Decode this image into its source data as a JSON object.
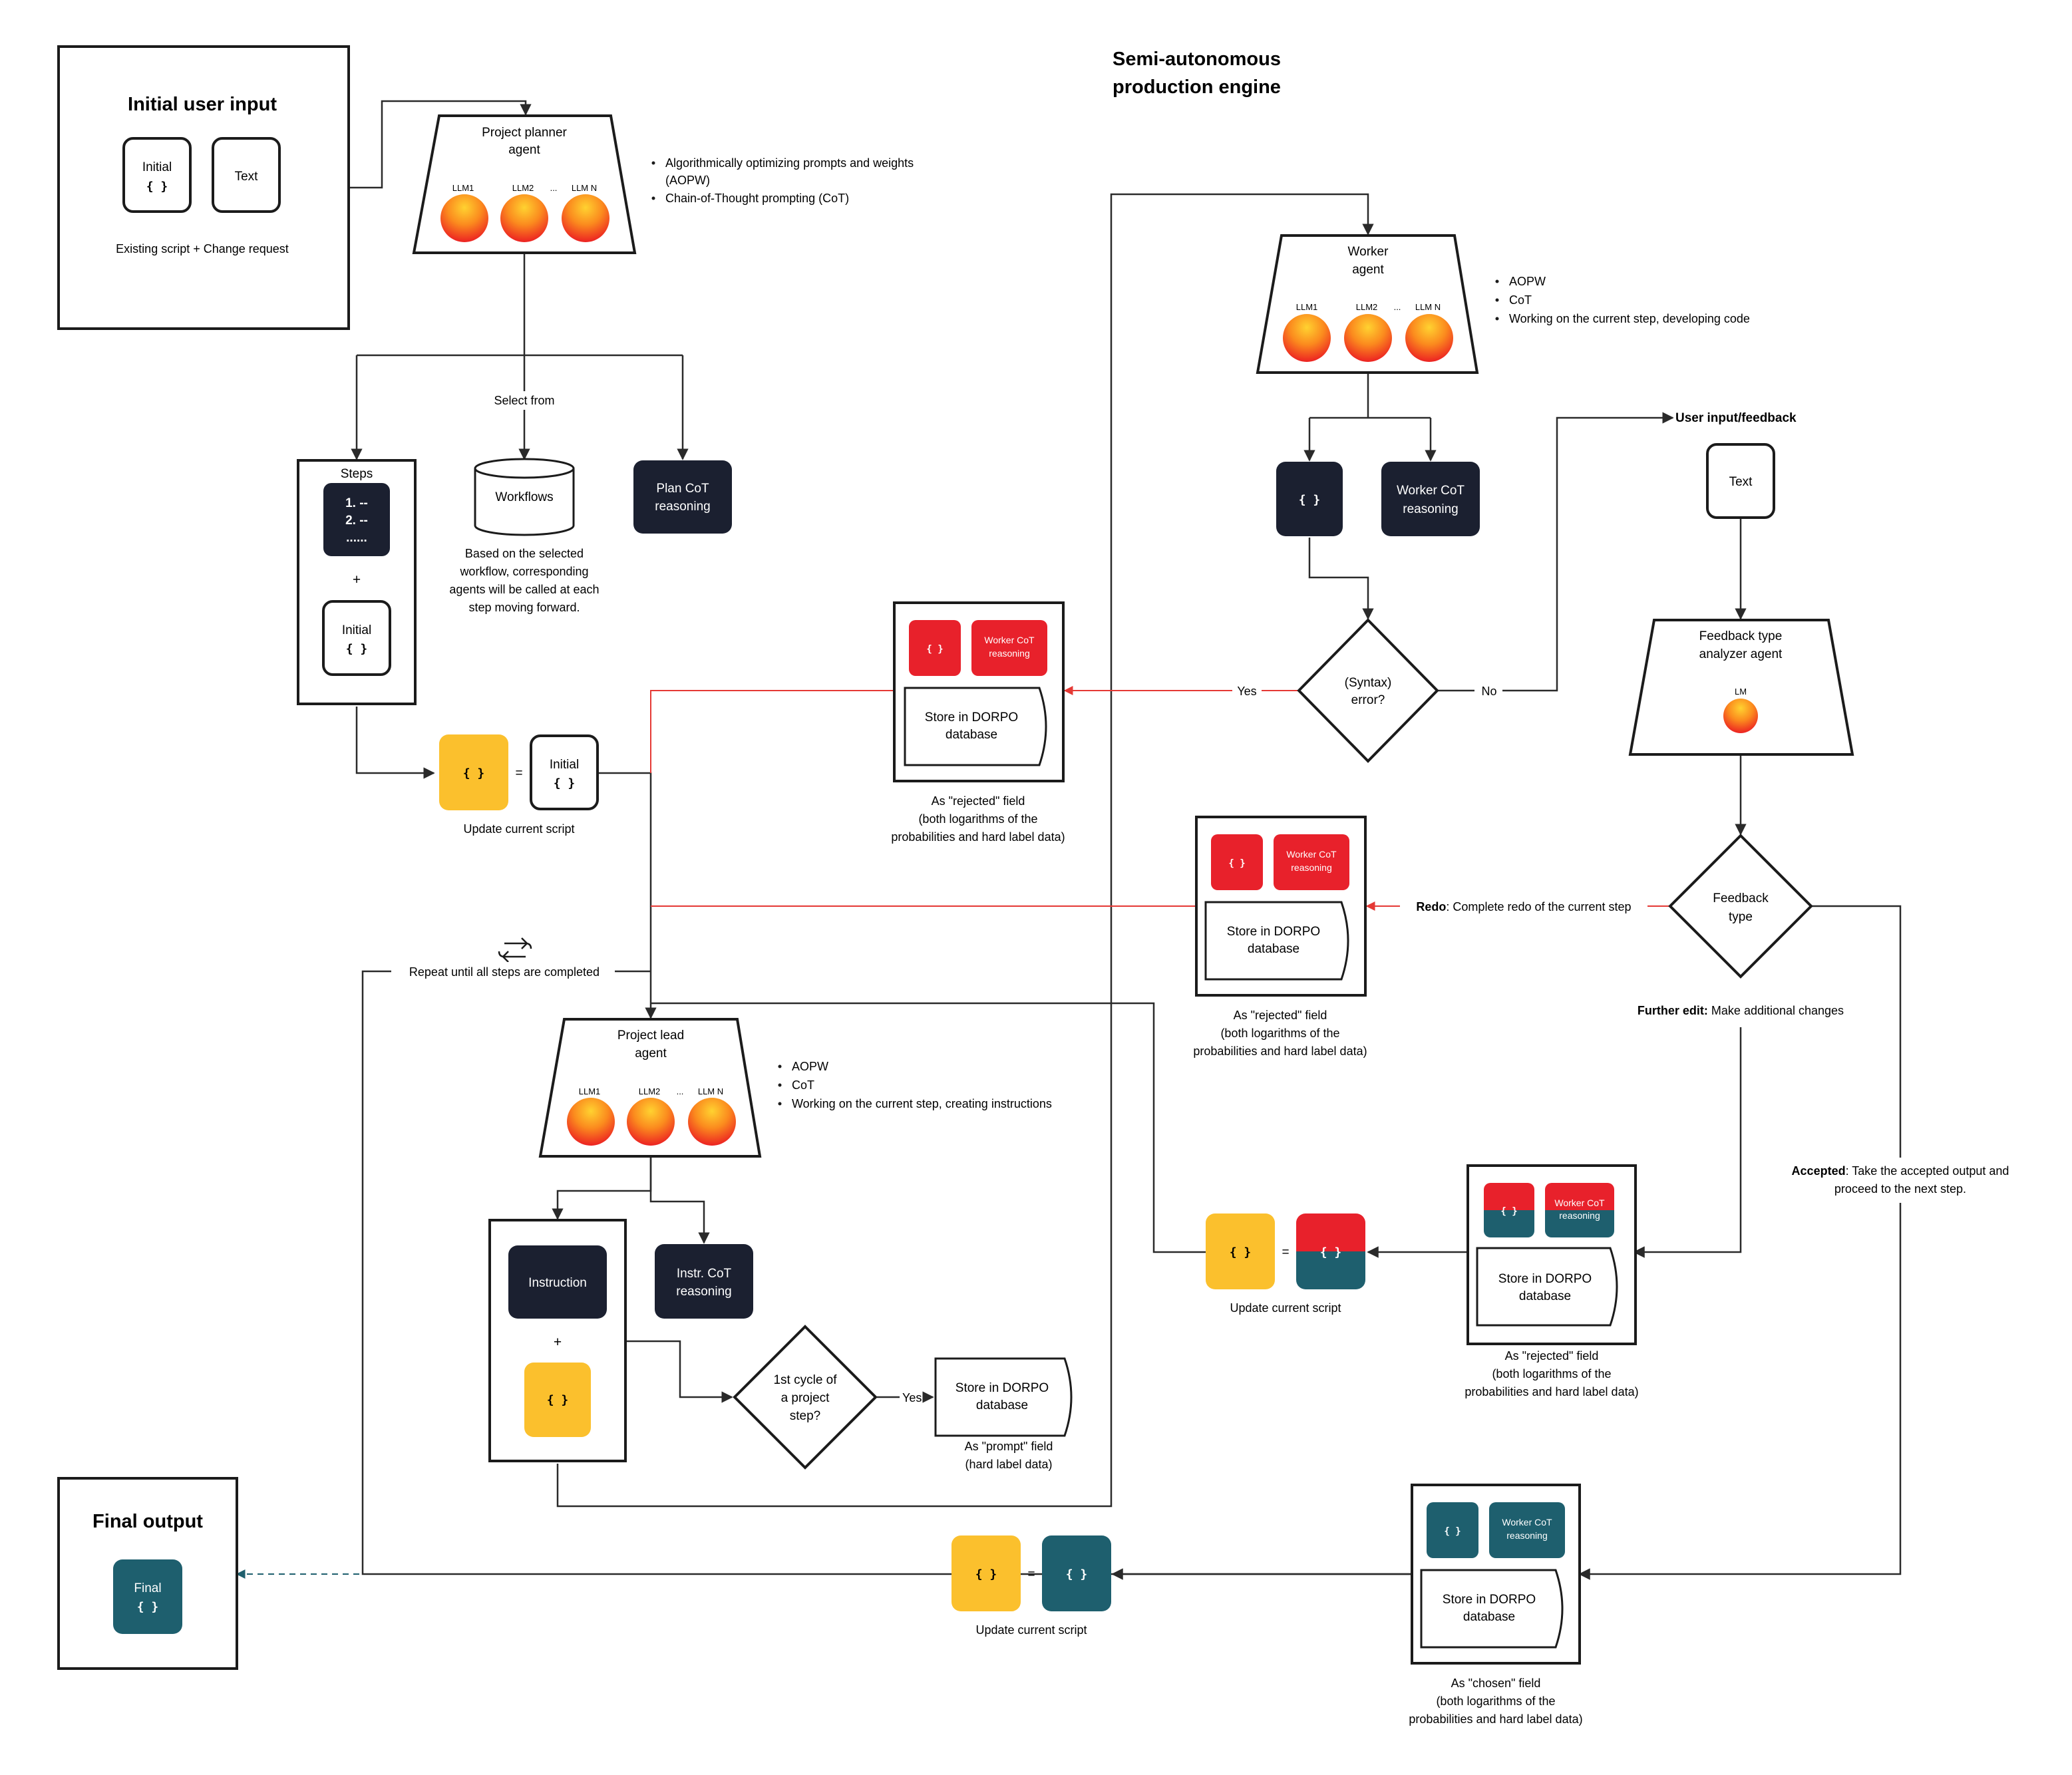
{
  "title": {
    "line1": "Semi-autonomous",
    "line2": "production engine"
  },
  "initial_input": {
    "heading": "Initial user input",
    "box_initial_label": "Initial",
    "code_symbol": "{ }",
    "box_text_label": "Text",
    "caption": "Existing script + Change request"
  },
  "planner": {
    "name_line1": "Project planner",
    "name_line2": "agent",
    "llm1": "LLM1",
    "llm2": "LLM2",
    "dots": "...",
    "llmn": "LLM N",
    "bullets": [
      "Algorithmically optimizing prompts and weights",
      "(AOPW)",
      "Chain-of-Thought prompting (CoT)"
    ]
  },
  "select_from": "Select from",
  "steps": {
    "label": "Steps",
    "list_line1": "1. --",
    "list_line2": "2. --",
    "list_line3": "......",
    "plus": "+",
    "initial_label": "Initial",
    "code": "{ }"
  },
  "workflows": {
    "label": "Workflows",
    "note": [
      "Based on the selected",
      "workflow, corresponding",
      "agents will be called at each",
      "step moving forward."
    ]
  },
  "plan_cot": {
    "line1": "Plan CoT",
    "line2": "reasoning"
  },
  "update_script_1": {
    "code": "{ }",
    "eq": "=",
    "initial_label": "Initial",
    "initial_code": "{ }",
    "caption": "Update current script"
  },
  "rejected_store_1": {
    "code": "{ }",
    "cot_line1": "Worker CoT",
    "cot_line2": "reasoning",
    "store_line1": "Store in DORPO",
    "store_line2": "database",
    "caption": [
      "As \"rejected\" field",
      "(both logarithms of the",
      "probabilities and hard label data)"
    ]
  },
  "worker": {
    "name_line1": "Worker",
    "name_line2": "agent",
    "llm1": "LLM1",
    "llm2": "LLM2",
    "dots": "...",
    "llmn": "LLM N",
    "bullets": [
      "AOPW",
      "CoT",
      "Working on the current step, developing code"
    ],
    "code": "{ }",
    "cot_line1": "Worker CoT",
    "cot_line2": "reasoning"
  },
  "syntax_error": {
    "line1": "(Syntax)",
    "line2": "error?",
    "yes": "Yes",
    "no": "No"
  },
  "user_feedback": {
    "label": "User input/feedback",
    "text_box": "Text"
  },
  "feedback_analyzer": {
    "line1": "Feedback type",
    "line2": "analyzer agent",
    "lm": "LM"
  },
  "feedback_type": {
    "line1": "Feedback",
    "line2": "type",
    "redo_bold": "Redo",
    "redo_rest": ": Complete redo of the current step",
    "further_bold": "Further edit:",
    "further_rest": " Make additional changes",
    "accepted_bold": "Accepted",
    "accepted_rest": ": Take the accepted output and",
    "accepted_line2": "proceed to the next step."
  },
  "rejected_store_2": {
    "code": "{ }",
    "cot_line1": "Worker CoT",
    "cot_line2": "reasoning",
    "store_line1": "Store in DORPO",
    "store_line2": "database",
    "caption": [
      "As \"rejected\" field",
      "(both logarithms of the",
      "probabilities and hard label data)"
    ]
  },
  "repeat_label": "Repeat until all steps are completed",
  "project_lead": {
    "name_line1": "Project lead",
    "name_line2": "agent",
    "llm1": "LLM1",
    "llm2": "LLM2",
    "dots": "...",
    "llmn": "LLM N",
    "bullets": [
      "AOPW",
      "CoT",
      "Working on the current step, creating instructions"
    ]
  },
  "instruction_box": {
    "label": "Instruction",
    "plus": "+",
    "code": "{ }"
  },
  "instr_cot": {
    "line1": "Instr. CoT",
    "line2": "reasoning"
  },
  "first_cycle": {
    "line1": "1st cycle of",
    "line2": "a project",
    "line3": "step?",
    "yes": "Yes"
  },
  "prompt_store": {
    "line1": "Store in DORPO",
    "line2": "database",
    "caption1": "As \"prompt\" field",
    "caption2": "(hard label data)"
  },
  "update_script_2": {
    "code": "{ }",
    "eq": "=",
    "code2": "{ }",
    "caption": "Update current script"
  },
  "rejected_store_3": {
    "code": "{ }",
    "cot_line1": "Worker CoT",
    "cot_line2": "reasoning",
    "store_line1": "Store in DORPO",
    "store_line2": "database",
    "caption": [
      "As \"rejected\" field",
      "(both logarithms of the",
      "probabilities and hard label data)"
    ]
  },
  "chosen_store": {
    "code": "{ }",
    "cot_line1": "Worker CoT",
    "cot_line2": "reasoning",
    "store_line1": "Store in DORPO",
    "store_line2": "database",
    "caption": [
      "As \"chosen\" field",
      "(both logarithms of the",
      "probabilities and hard label data)"
    ]
  },
  "update_script_3": {
    "code": "{ }",
    "eq": "=",
    "code2": "{ }",
    "caption": "Update current script"
  },
  "final_output": {
    "heading": "Final output",
    "label": "Final",
    "code": "{ }"
  },
  "colors": {
    "dark": "#1b2030",
    "teal": "#1e5f6e",
    "yellow": "#fbc02d",
    "red": "#e8212b",
    "line": "#2a2a2a",
    "red_line": "#e53935",
    "orb_light": "#ffd230",
    "orb_dark": "#ee2222"
  }
}
